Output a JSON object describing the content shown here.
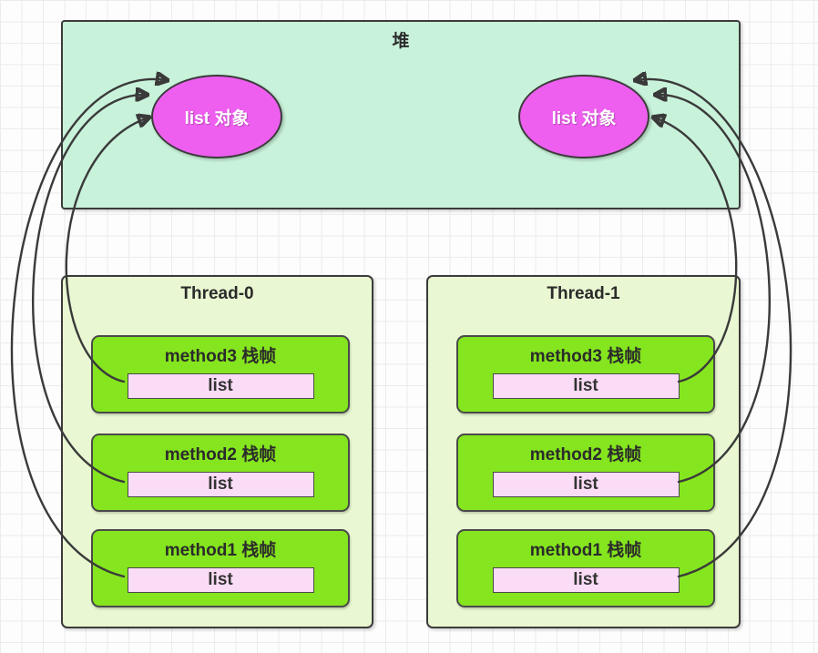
{
  "diagram": {
    "heap": {
      "label": "堆",
      "objects": [
        {
          "position": "left",
          "label": "list 对象"
        },
        {
          "position": "right",
          "label": "list 对象"
        }
      ]
    },
    "threads": [
      {
        "title": "Thread-0",
        "frames": [
          {
            "label": "method3 栈帧",
            "variable": "list"
          },
          {
            "label": "method2 栈帧",
            "variable": "list"
          },
          {
            "label": "method1 栈帧",
            "variable": "list"
          }
        ]
      },
      {
        "title": "Thread-1",
        "frames": [
          {
            "label": "method3 栈帧",
            "variable": "list"
          },
          {
            "label": "method2 栈帧",
            "variable": "list"
          },
          {
            "label": "method1 栈帧",
            "variable": "list"
          }
        ]
      }
    ],
    "edges": [
      {
        "from": "Thread-0 / method3 栈帧 / list",
        "to": "堆 / list 对象 (left)"
      },
      {
        "from": "Thread-0 / method2 栈帧 / list",
        "to": "堆 / list 对象 (left)"
      },
      {
        "from": "Thread-0 / method1 栈帧 / list",
        "to": "堆 / list 对象 (left)"
      },
      {
        "from": "Thread-1 / method3 栈帧 / list",
        "to": "堆 / list 对象 (right)"
      },
      {
        "from": "Thread-1 / method2 栈帧 / list",
        "to": "堆 / list 对象 (right)"
      },
      {
        "from": "Thread-1 / method1 栈帧 / list",
        "to": "堆 / list 对象 (right)"
      }
    ],
    "colors": {
      "heap_fill": "#c9f2da",
      "object_fill": "#ee5ff0",
      "object_text": "#ffffff",
      "thread_fill": "#e9f8d2",
      "frame_fill": "#85e51e",
      "variable_fill": "#fbdcf6",
      "border": "#3b3b3b",
      "arrow": "#3a3a3a"
    }
  }
}
